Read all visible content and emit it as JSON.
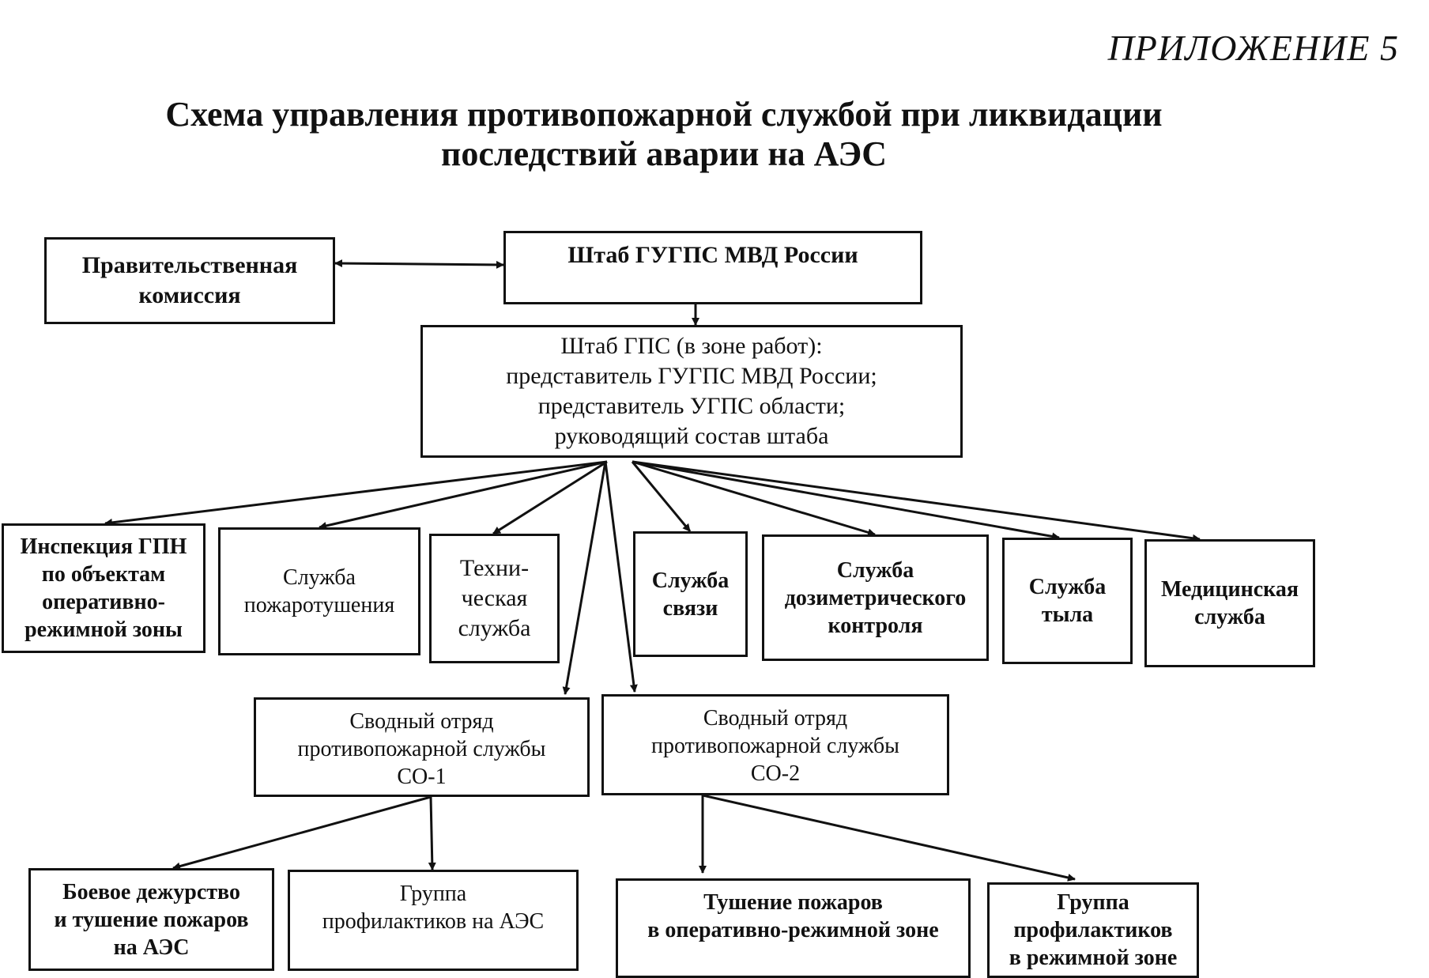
{
  "appendix_label": "ПРИЛОЖЕНИЕ 5",
  "title": {
    "line1": "Схема управления противопожарной службой при ликвидации",
    "line2": "последствий аварии на АЭС"
  },
  "nodes": {
    "government_commission": {
      "lines": [
        "Правительственная",
        "комиссия"
      ]
    },
    "hq_main": {
      "lines": [
        "Штаб ГУГПС МВД России"
      ]
    },
    "hq_zone": {
      "lines": [
        "Штаб ГПС (в зоне работ):",
        "представитель ГУГПС МВД России;",
        "представитель УГПС области;",
        "руководящий состав штаба"
      ]
    },
    "inspection": {
      "lines": [
        "Инспекция ГПН",
        "по объектам",
        "оперативно-",
        "режимной зоны"
      ]
    },
    "firefighting": {
      "lines": [
        "Служба",
        "пожаротушения"
      ]
    },
    "technical": {
      "lines": [
        "Техни-",
        "ческая",
        "служба"
      ]
    },
    "communications": {
      "lines": [
        "Служба",
        "связи"
      ]
    },
    "dosimetry": {
      "lines": [
        "Служба",
        "дозиметрического",
        "контроля"
      ]
    },
    "logistics": {
      "lines": [
        "Служба",
        "тыла"
      ]
    },
    "medical": {
      "lines": [
        "Медицинская",
        "служба"
      ]
    },
    "so1": {
      "lines": [
        "Сводный  отряд",
        "противопожарной службы",
        "СО-1"
      ]
    },
    "so2": {
      "lines": [
        "Сводный  отряд",
        "противопожарной службы",
        "СО-2"
      ]
    },
    "combat_duty": {
      "lines": [
        "Боевое дежурство",
        "и тушение пожаров",
        "на АЭС"
      ]
    },
    "prevention_aes": {
      "lines": [
        "Группа",
        "профилактиков на АЭС"
      ]
    },
    "extinguish_zone": {
      "lines": [
        "Тушение пожаров",
        "в оперативно-режимной зоне"
      ]
    },
    "prevention_zone": {
      "lines": [
        "Группа",
        "профилактиков",
        "в режимной зоне"
      ]
    }
  },
  "links": [
    {
      "from": "government_commission",
      "to": "hq_main",
      "bidirectional": true
    },
    {
      "from": "hq_main",
      "to": "hq_zone"
    },
    {
      "from": "hq_zone",
      "to": "inspection"
    },
    {
      "from": "hq_zone",
      "to": "firefighting"
    },
    {
      "from": "hq_zone",
      "to": "technical"
    },
    {
      "from": "hq_zone",
      "to": "communications"
    },
    {
      "from": "hq_zone",
      "to": "dosimetry"
    },
    {
      "from": "hq_zone",
      "to": "logistics"
    },
    {
      "from": "hq_zone",
      "to": "medical"
    },
    {
      "from": "hq_zone",
      "to": "so1"
    },
    {
      "from": "hq_zone",
      "to": "so2"
    },
    {
      "from": "so1",
      "to": "combat_duty"
    },
    {
      "from": "so1",
      "to": "prevention_aes"
    },
    {
      "from": "so2",
      "to": "extinguish_zone"
    },
    {
      "from": "so2",
      "to": "prevention_zone"
    }
  ],
  "colors": {
    "ink": "#111111",
    "background": "#ffffff"
  }
}
